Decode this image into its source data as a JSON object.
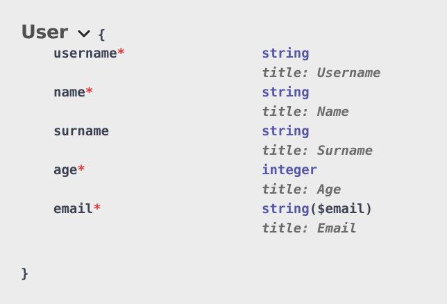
{
  "model": {
    "title": "User",
    "open_brace": "{",
    "close_brace": "}",
    "toggle_icon": "chevron-down-icon"
  },
  "properties": [
    {
      "name": "username",
      "required_mark": "*",
      "type": "string",
      "format": "",
      "title_label": "title:",
      "title_value": "Username"
    },
    {
      "name": "name",
      "required_mark": "*",
      "type": "string",
      "format": "",
      "title_label": "title:",
      "title_value": "Name"
    },
    {
      "name": "surname",
      "required_mark": "",
      "type": "string",
      "format": "",
      "title_label": "title:",
      "title_value": "Surname"
    },
    {
      "name": "age",
      "required_mark": "*",
      "type": "integer",
      "format": "",
      "title_label": "title:",
      "title_value": "Age"
    },
    {
      "name": "email",
      "required_mark": "*",
      "type": "string",
      "format": "($email)",
      "title_label": "title:",
      "title_value": "Email"
    }
  ],
  "colors": {
    "background": "#ececec",
    "text": "#3b4151",
    "type": "#55a",
    "required": "#e53935",
    "title": "#6b6b6b"
  }
}
